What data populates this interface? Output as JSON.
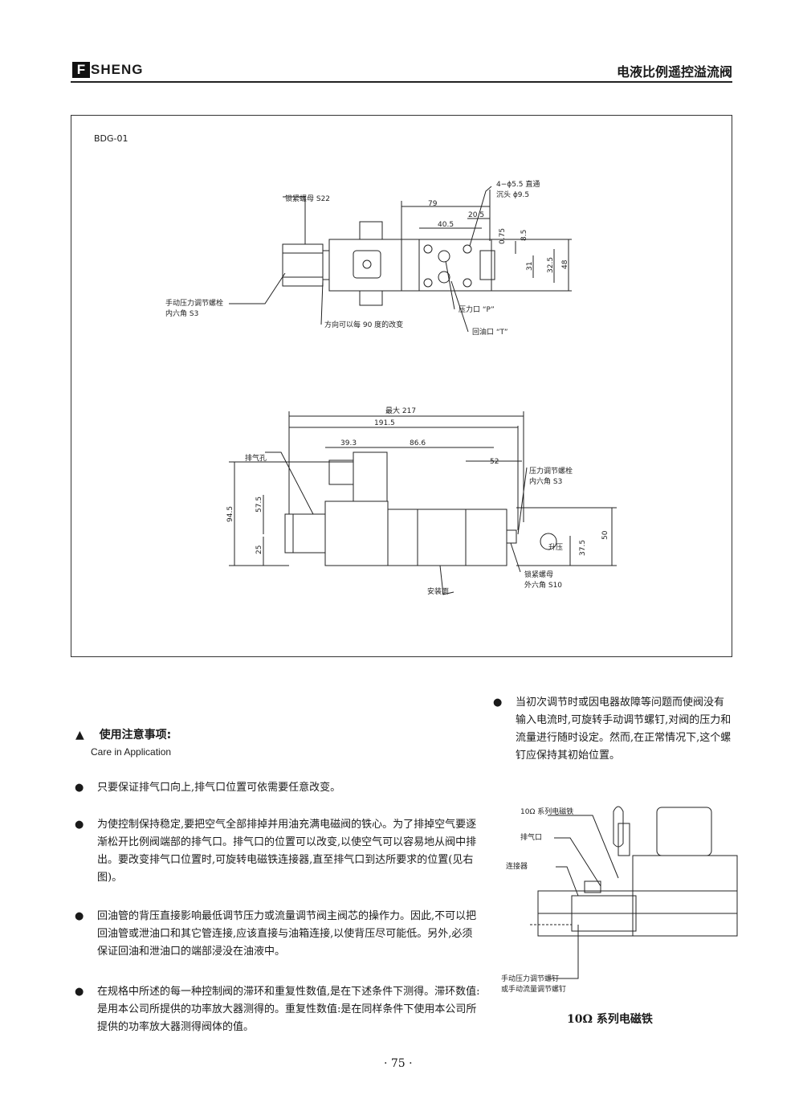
{
  "header": {
    "brand_letter": "F",
    "brand_text": "SHENG",
    "title": "电液比例遥控溢流阀"
  },
  "figure": {
    "model": "BDG-01",
    "top_view": {
      "dims": {
        "d79": "79",
        "d40_5": "40.5",
        "d20_5": "20.5",
        "d0_75": "0.75",
        "d8_5": "8.5",
        "d31": "31",
        "d32_5": "32.5",
        "d48": "48"
      },
      "labels": {
        "holes_1": "4−ϕ5.5 直通",
        "holes_2": "沉头 ϕ9.5",
        "locknut": "锁紧螺母 S22",
        "manual_1": "手动压力调节螺栓",
        "manual_2": "内六角 S3",
        "direction": "方向可以每 90 度的改变",
        "port_p": "压力口 “P”",
        "port_t": "回油口 “T”"
      }
    },
    "side_view": {
      "dims": {
        "max217": "最大 217",
        "d191_5": "191.5",
        "d39_3": "39.3",
        "d86_6": "86.6",
        "d52": "52",
        "d94_5": "94.5",
        "d57_5": "57.5",
        "d25": "25",
        "d37_5": "37.5",
        "d50": "50"
      },
      "labels": {
        "vent": "排气孔",
        "adj_1": "压力调节螺栓",
        "adj_2": "内六角 S3",
        "raise": "升压",
        "locknut_1": "锁紧螺母",
        "locknut_2": "外六角 S10",
        "mount": "安装面"
      }
    }
  },
  "notes": {
    "title": "使用注意事项:",
    "subtitle": "Care in Application",
    "items": [
      "只要保证排气口向上,排气口位置可依需要任意改变。",
      "为使控制保持稳定,要把空气全部排掉并用油充满电磁阀的铁心。为了排掉空气要逐渐松开比例阀端部的排气口。排气口的位置可以改变,以使空气可以容易地从阀中排出。要改变排气口位置时,可旋转电磁铁连接器,直至排气口到达所要求的位置(见右图)。",
      "回油管的背压直接影响最低调节压力或流量调节阀主阀芯的操作力。因此,不可以把回油管或泄油口和其它管连接,应该直接与油箱连接,以使背压尽可能低。另外,必须保证回油和泄油口的端部浸没在油液中。",
      "在规格中所述的每一种控制阀的滞环和重复性数值,是在下述条件下测得。滞环数值:是用本公司所提供的功率放大器测得的。重复性数值:是在同样条件下使用本公司所提供的功率放大器测得阀体的值。"
    ],
    "right_item": "当初次调节时或因电器故障等问题而使阀没有输入电流时,可旋转手动调节螺钉,对阀的压力和流量进行随时设定。然而,在正常情况下,这个螺钉应保持其初始位置。"
  },
  "solenoid_figure": {
    "label_coil": "10Ω 系列电磁铁",
    "label_vent": "排气口",
    "label_connector": "连接器",
    "label_screw_1": "手动压力调节螺钉",
    "label_screw_2": "或手动流量调节螺钉",
    "caption": "10Ω 系列电磁铁"
  },
  "page_number": "· 75 ·"
}
